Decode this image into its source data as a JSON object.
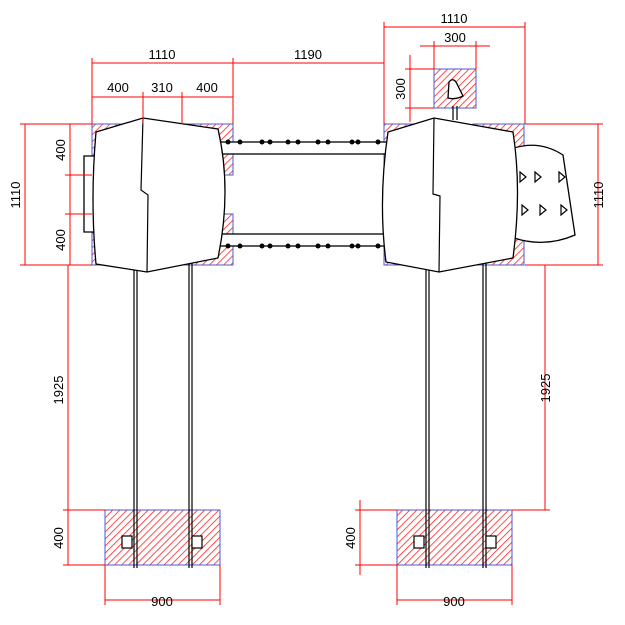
{
  "drawing": {
    "title": "Play structure foundation plan",
    "colors": {
      "dimension": "#ff0000",
      "hatch": "#ff0000",
      "pad_border": "#4b5bd0",
      "object": "#000000"
    },
    "dimensions": {
      "left_width": "1110",
      "left_pad1": "400",
      "left_gap": "310",
      "left_pad2": "400",
      "bridge_span": "1190",
      "right_width": "1110",
      "roof_pad": "300",
      "roof_pad_vertical": "300",
      "left_pad_upper": "400",
      "left_pad_lower": "400",
      "left_depth": "1110",
      "right_depth": "1110",
      "left_leg_length": "1925",
      "right_leg_length": "1925",
      "left_base_depth": "400",
      "right_base_depth": "400",
      "left_base_width": "900",
      "right_base_width": "900"
    }
  }
}
